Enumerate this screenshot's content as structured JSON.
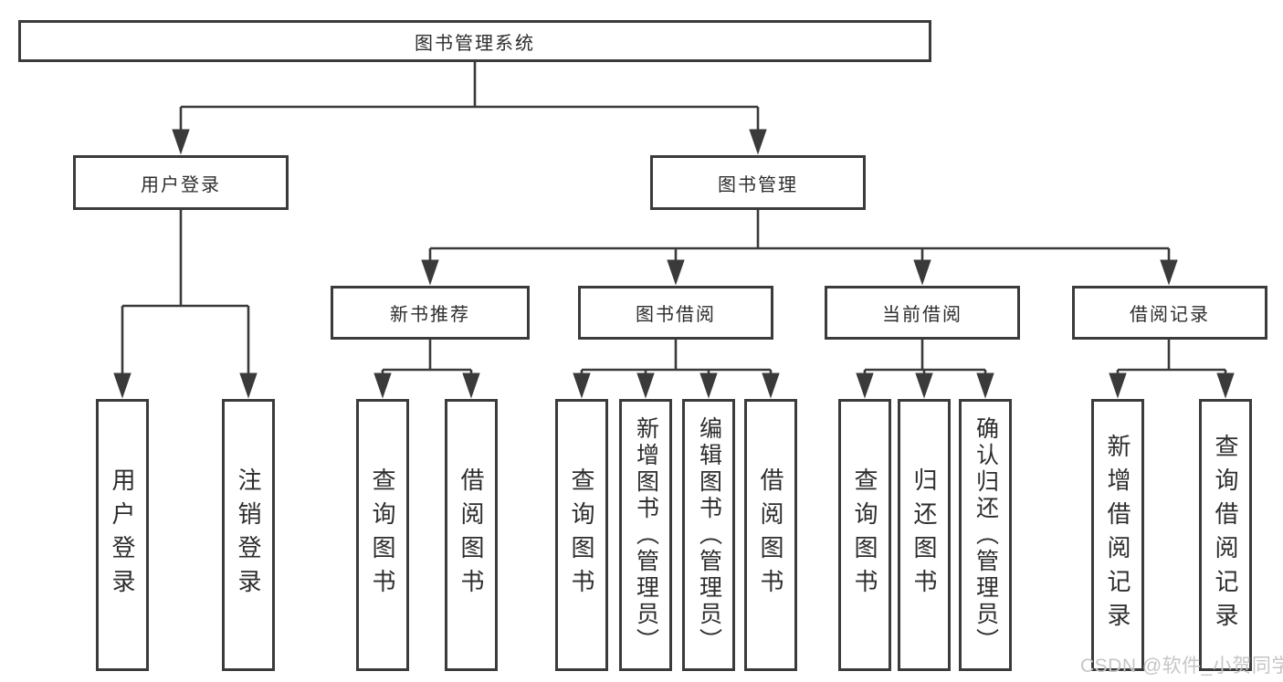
{
  "diagram": {
    "type": "hierarchy-tree",
    "orientation": "top-down",
    "tree": {
      "root": {
        "label": "图书管理系统",
        "children": [
          {
            "label": "用户登录",
            "children": [
              {
                "label": "用户登录"
              },
              {
                "label": "注销登录"
              }
            ]
          },
          {
            "label": "图书管理",
            "children": [
              {
                "label": "新书推荐",
                "children": [
                  {
                    "label": "查询图书"
                  },
                  {
                    "label": "借阅图书"
                  }
                ]
              },
              {
                "label": "图书借阅",
                "children": [
                  {
                    "label": "查询图书"
                  },
                  {
                    "label": "新增图书（管理员）"
                  },
                  {
                    "label": "编辑图书（管理员）"
                  },
                  {
                    "label": "借阅图书"
                  }
                ]
              },
              {
                "label": "当前借阅",
                "children": [
                  {
                    "label": "查询图书"
                  },
                  {
                    "label": "归还图书"
                  },
                  {
                    "label": "确认归还（管理员）"
                  }
                ]
              },
              {
                "label": "借阅记录",
                "children": [
                  {
                    "label": "新增借阅记录"
                  },
                  {
                    "label": "查询借阅记录"
                  }
                ]
              }
            ]
          }
        ]
      }
    },
    "colors": {
      "line": "#3a3a3a",
      "border": "#3b3b3b",
      "text": "#2d2d2d",
      "background": "#ffffff",
      "watermark": "#c6c6c6"
    }
  },
  "watermark": "CSDN @软件_小贺同学"
}
